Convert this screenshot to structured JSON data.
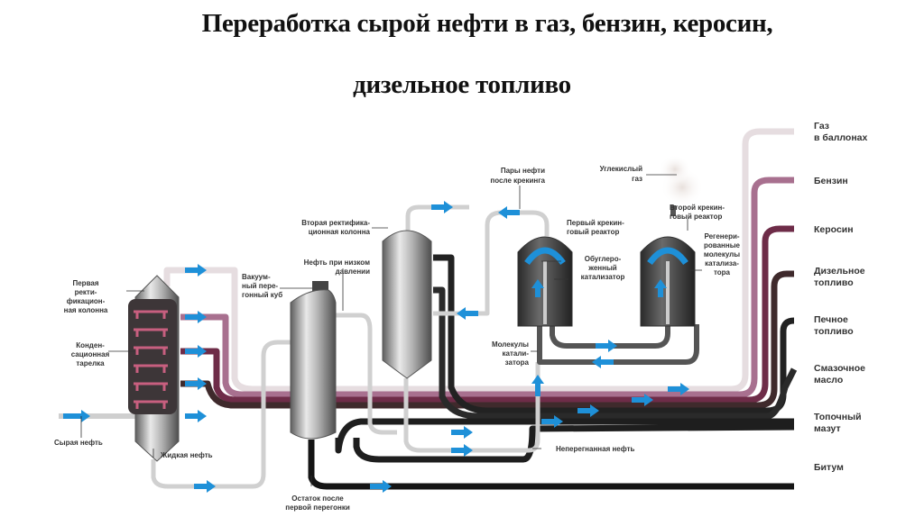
{
  "title": {
    "line1": "Переработка сырой нефти в газ, бензин, керосин,",
    "line2": "дизельное топливо"
  },
  "labels": {
    "first_column": [
      "Первая",
      "ректи-",
      "фикацион-",
      "ная колонна"
    ],
    "condensation_tray": [
      "Конден-",
      "сационная",
      "тарелка"
    ],
    "crude_oil": "Сырая нефть",
    "liquid_oil": "Жидкая нефть",
    "vacuum_still": [
      "Вакуум-",
      "ный пере-",
      "гонный куб"
    ],
    "low_pressure_oil": [
      "Нефть при низком",
      "давлении"
    ],
    "second_column": [
      "Вторая ректифика-",
      "ционная колонна"
    ],
    "residue": [
      "Остаток после",
      "первой перегонки"
    ],
    "cracked_vapors": [
      "Пары нефти",
      "после крекинга"
    ],
    "first_reactor": [
      "Первый крекин-",
      "говый реактор"
    ],
    "coked_catalyst": [
      "Обуглеро-",
      "женный",
      "катализатор"
    ],
    "catalyst_molecules": [
      "Молекулы",
      "катали-",
      "затора"
    ],
    "undistilled_oil": "Неперегнанная нефть",
    "co2": [
      "Углекислый",
      "газ"
    ],
    "second_reactor": [
      "Второй крекин-",
      "говый реактор"
    ],
    "regenerated": [
      "Регенери-",
      "рованные",
      "молекулы",
      "катализа-",
      "тора"
    ]
  },
  "outputs": [
    {
      "label": [
        "Газ",
        "в баллонах"
      ],
      "color": "#e6dde0"
    },
    {
      "label": [
        "Бензин"
      ],
      "color": "#a8708f"
    },
    {
      "label": [
        "Керосин"
      ],
      "color": "#6e2c48"
    },
    {
      "label": [
        "Дизельное",
        "топливо"
      ],
      "color": "#3f2a2c"
    },
    {
      "label": [
        "Печное",
        "топливо"
      ],
      "color": "#222222"
    },
    {
      "label": [
        "Смазочное",
        "масло"
      ],
      "color": "#2a2a2a"
    },
    {
      "label": [
        "Топочный",
        "мазут"
      ],
      "color": "#1e1e1e"
    },
    {
      "label": [
        "Битум"
      ],
      "color": "#151515"
    }
  ],
  "colors": {
    "flow_arrow": "#1e90d8",
    "pipe_light": "#d4d4d4",
    "vessel_metal": "#9a9a9a"
  }
}
